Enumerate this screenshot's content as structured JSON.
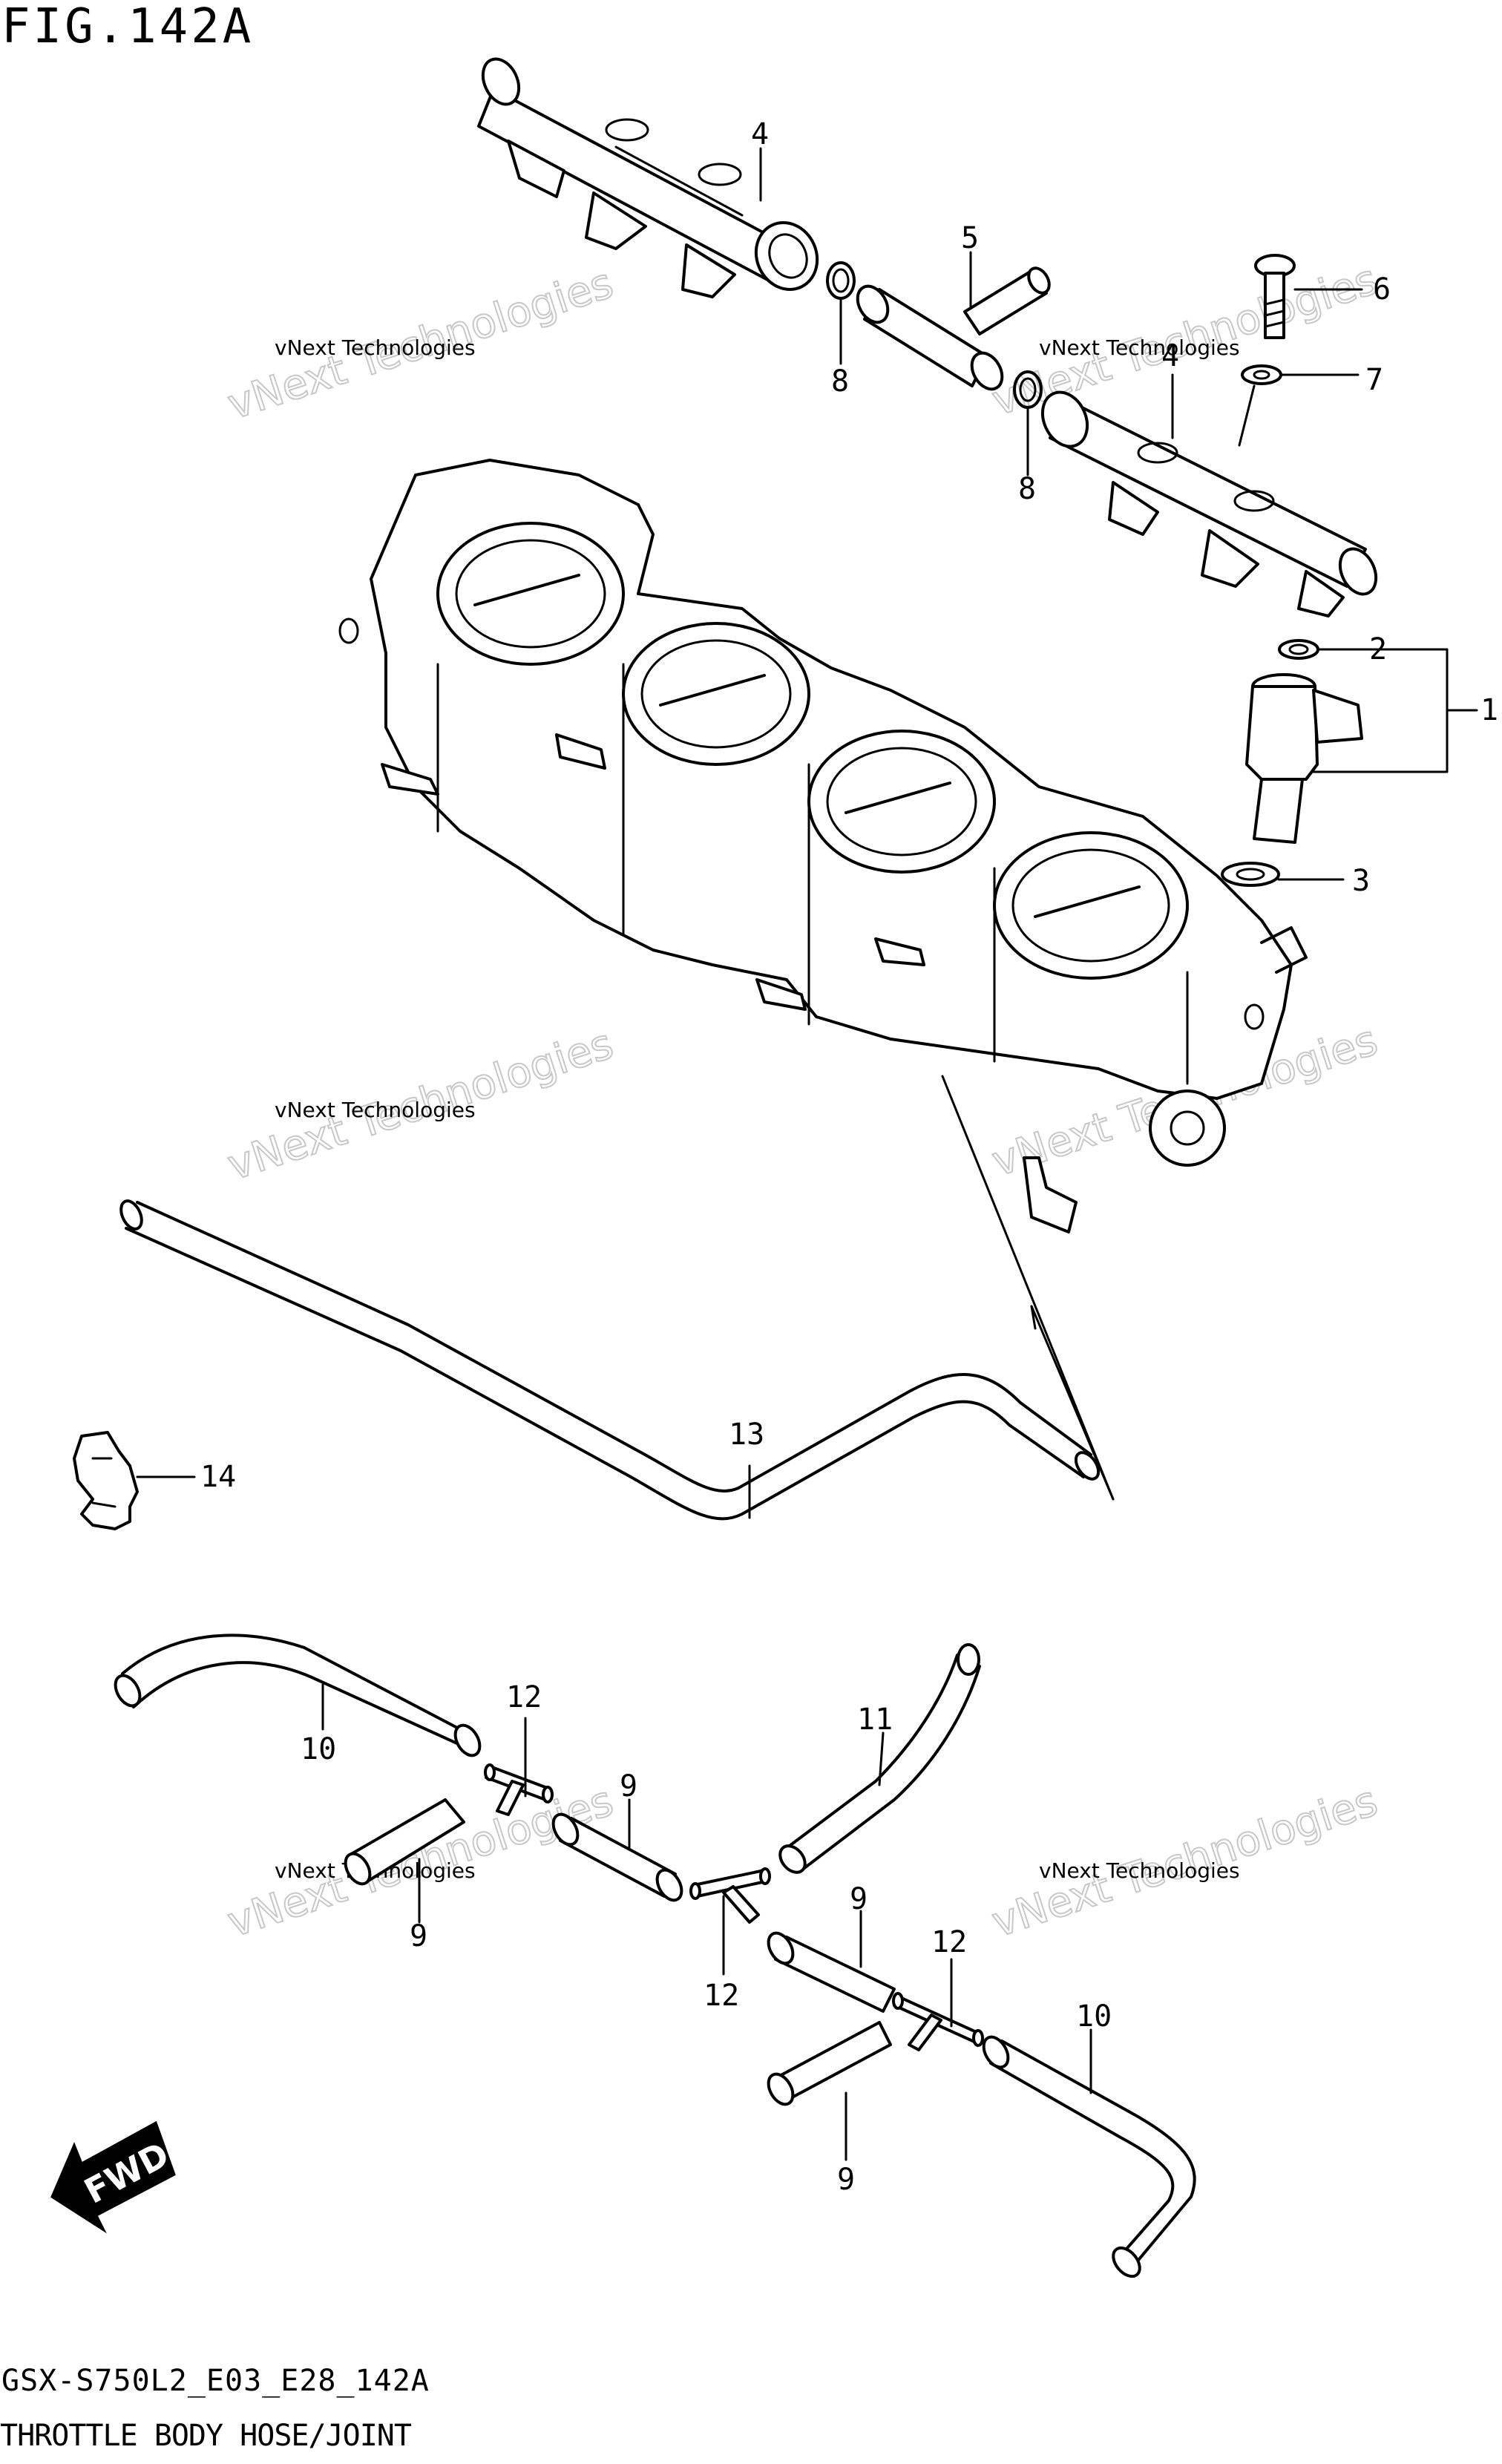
{
  "figure": {
    "title": "FIG.142A",
    "code": "GSX-S750L2_E03_E28_142A",
    "caption": "THROTTLE BODY HOSE/JOINT"
  },
  "callouts": [
    "1",
    "2",
    "3",
    "4",
    "4",
    "5",
    "6",
    "7",
    "8",
    "8",
    "9",
    "9",
    "9",
    "9",
    "10",
    "10",
    "11",
    "12",
    "12",
    "12",
    "13",
    "14"
  ],
  "watermark": {
    "line1": "vNext Technologies",
    "line2": "vNext Technologies"
  },
  "direction_badge": "FWD"
}
